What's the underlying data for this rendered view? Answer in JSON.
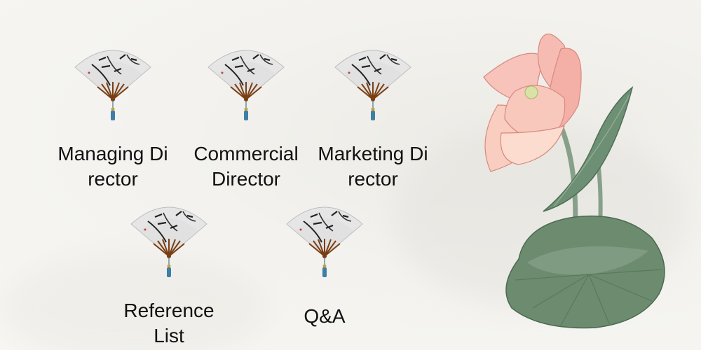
{
  "menu": {
    "items": [
      {
        "id": "managing-director",
        "label": "Managing Director"
      },
      {
        "id": "commercial-director",
        "label": "Commercial Director"
      },
      {
        "id": "marketing-director",
        "label": "Marketing Director"
      },
      {
        "id": "reference-list",
        "label": "Reference List"
      },
      {
        "id": "qa",
        "label": "Q&A"
      }
    ]
  },
  "icons": {
    "menu_icon": "folding-fan-icon",
    "decoration": "lotus-flower-icon"
  },
  "colors": {
    "text": "#111111",
    "fan_paper": "#e4e4e4",
    "fan_ribs": "#7a3e12",
    "tassel": "#3e7fa6",
    "lotus_petal": "#f5b6ad",
    "lotus_leaf": "#6d8f73"
  }
}
